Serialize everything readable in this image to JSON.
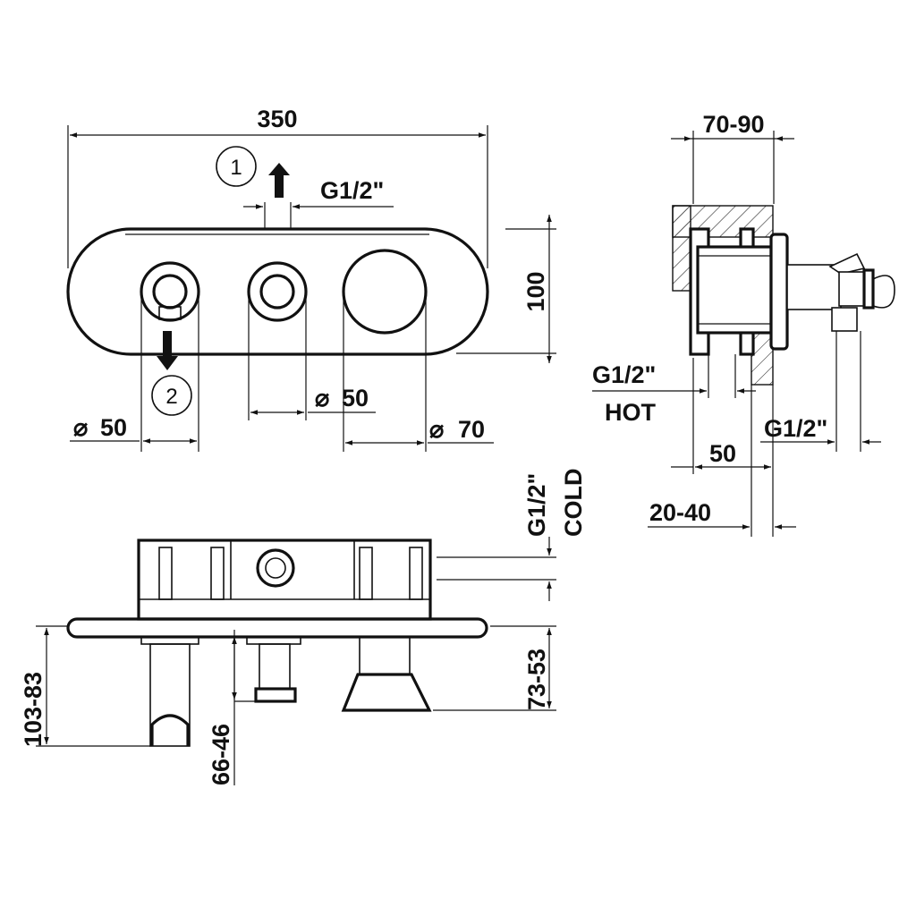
{
  "front_view": {
    "width": "350",
    "height": "100",
    "inlet": "G1/2\"",
    "outlet_1": "1",
    "outlet_2": "2",
    "diam_left": "50",
    "diam_center": "50",
    "diam_right": "70"
  },
  "side_view": {
    "depth_range": "70-90",
    "hot_thread": "G1/2\"",
    "hot_label": "HOT",
    "outlet_thread": "G1/2\"",
    "offset": "50",
    "wall_range": "20-40"
  },
  "top_view": {
    "cold_thread": "G1/2\"",
    "cold_label": "COLD",
    "left_height": "103-83",
    "center_height": "66-46",
    "right_height": "73-53"
  },
  "diameter_symbol": "⌀"
}
